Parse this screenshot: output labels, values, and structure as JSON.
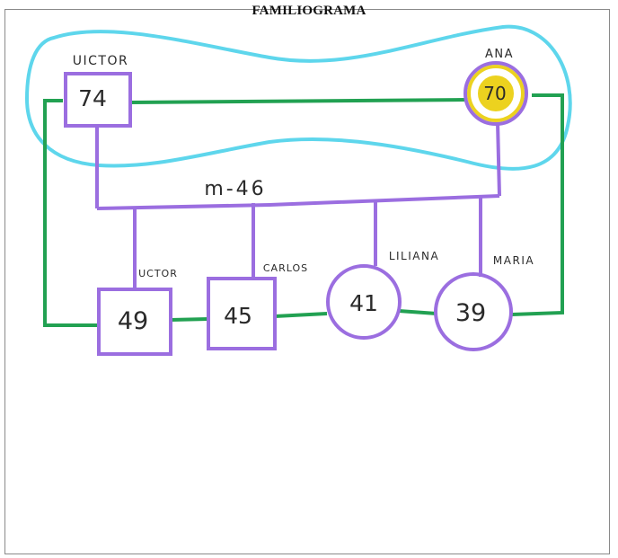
{
  "title": "FAMILIOGRAMA",
  "colors": {
    "kinship": "#9b6ee0",
    "conflict": "#22a152",
    "boundary": "#5ed6ec",
    "index": "#ecd21f",
    "ink": "#2a2a2a",
    "frame": "#8a8a8a"
  },
  "parents": [
    {
      "id": "father",
      "name": "UICTOR",
      "age": "74",
      "shape": "square"
    },
    {
      "id": "mother",
      "name": "ANA",
      "age": "70",
      "shape": "circle",
      "highlighted": true
    }
  ],
  "marriage_label": "m-46",
  "children": [
    {
      "id": "child1",
      "name": "UCTOR",
      "age": "49",
      "shape": "square"
    },
    {
      "id": "child2",
      "name": "CARLOS",
      "age": "45",
      "shape": "square"
    },
    {
      "id": "child3",
      "name": "LILIANA",
      "age": "41",
      "shape": "circle"
    },
    {
      "id": "child4",
      "name": "MARIA",
      "age": "39",
      "shape": "circle"
    }
  ]
}
